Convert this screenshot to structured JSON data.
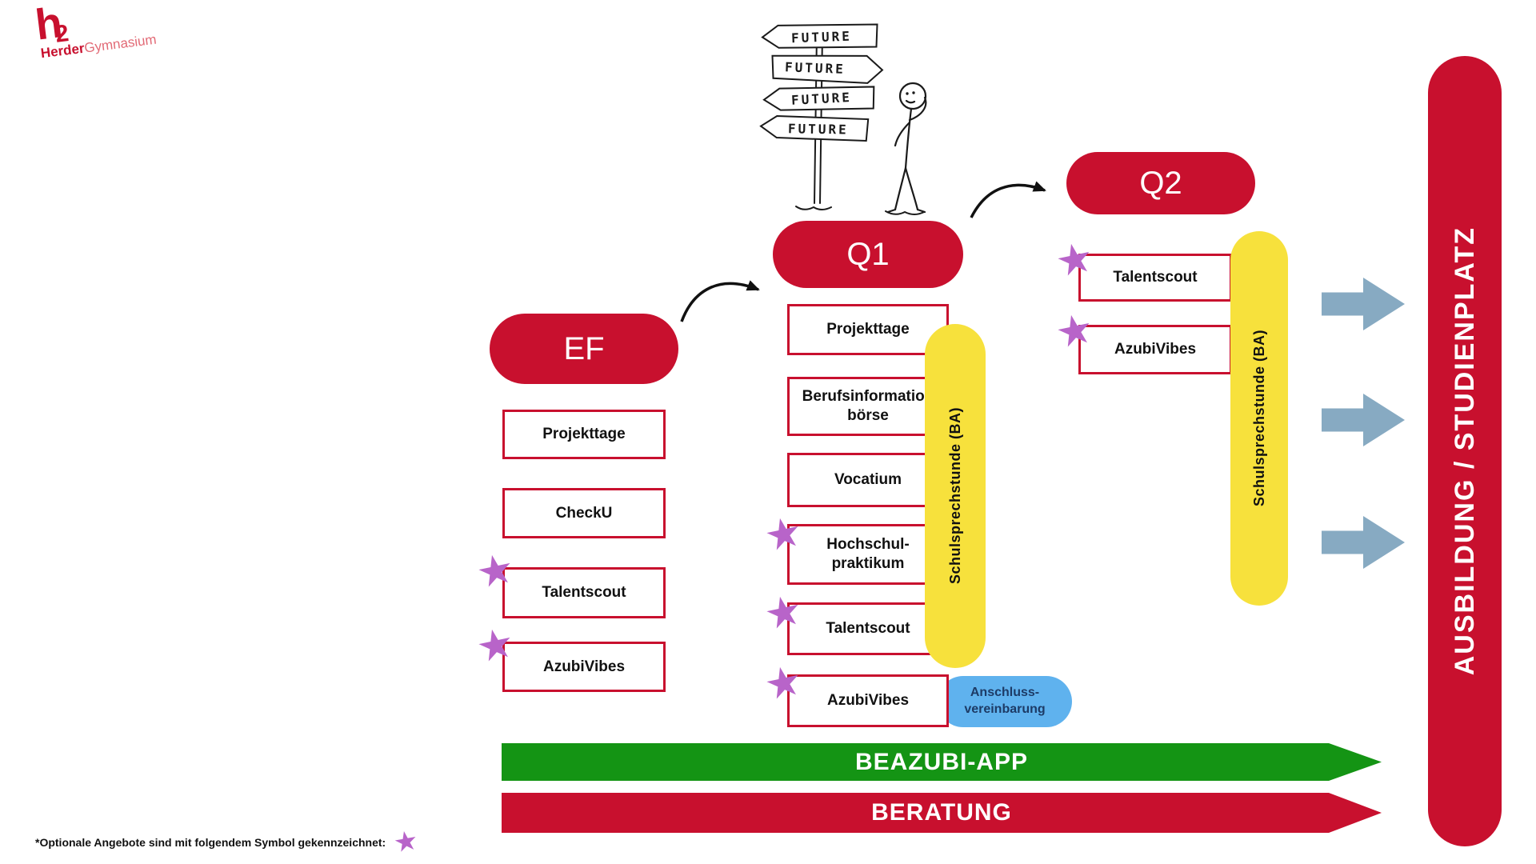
{
  "colors": {
    "red": "#C8102E",
    "green": "#149414",
    "yellow": "#F7E13C",
    "blue": "#5FB2EE",
    "gray_blue": "#87AAC2",
    "purple": "#B864C9",
    "navy": "#1d3b66"
  },
  "logo": {
    "mark": "h",
    "mark_sub": "2",
    "name_bold": "Herder",
    "name_light": "Gymnasium"
  },
  "signpost": {
    "sign1": "FUTURE",
    "sign2": "FUTURE",
    "sign3": "FUTURE",
    "sign4": "FUTURE"
  },
  "star_char": "★",
  "phases": {
    "ef": {
      "title": "EF",
      "items": {
        "projekttage": "Projekttage",
        "checku": "CheckU",
        "talentscout": "Talentscout",
        "azubivibes": "AzubiVibes"
      }
    },
    "q1": {
      "title": "Q1",
      "items": {
        "projekttage": "Projekttage",
        "berufsinformationboerse": "Berufsinformation\nbörse",
        "vocatium": "Vocatium",
        "hochschulpraktikum": "Hochschul-\npraktikum",
        "talentscout": "Talentscout",
        "azubivibes": "AzubiVibes"
      },
      "side_label": "Schulsprechstunde (BA)",
      "anschluss": "Anschluss-\nvereinbarung"
    },
    "q2": {
      "title": "Q2",
      "items": {
        "talentscout": "Talentscout",
        "azubivibes": "AzubiVibes"
      },
      "side_label": "Schulsprechstunde (BA)"
    }
  },
  "right_bar": {
    "label": "AUSBILDUNG / STUDIENPLATZ"
  },
  "banners": {
    "app": "BEAZUBI-APP",
    "beratung": "BERATUNG"
  },
  "footnote": {
    "text": "*Optionale Angebote sind mit folgendem Symbol gekennzeichnet:"
  }
}
